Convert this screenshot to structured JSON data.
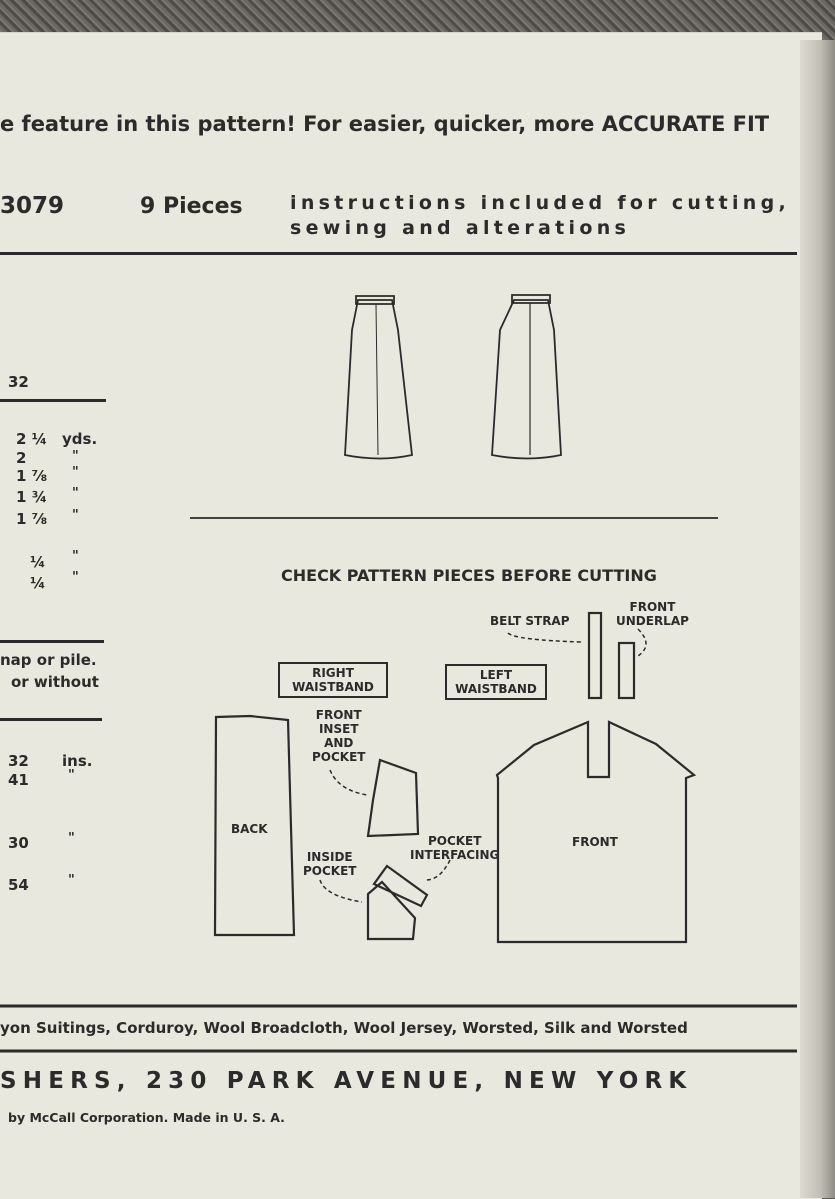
{
  "header": {
    "feature_line": "e feature in this pattern! For easier, quicker, more ACCURATE FIT",
    "pattern_number": "3079",
    "pieces": "9 Pieces",
    "instructions_line1": "instructions included for cutting,",
    "instructions_line2": "sewing and alterations"
  },
  "yardage": {
    "size": "32",
    "rows": [
      {
        "amount": "2 ¼",
        "unit": "yds."
      },
      {
        "amount": "2",
        "unit": "\""
      },
      {
        "amount": "1 ⅞",
        "unit": "\""
      },
      {
        "amount": "1 ¾",
        "unit": "\""
      },
      {
        "amount": "1 ⅞",
        "unit": "\""
      }
    ],
    "extra_rows": [
      {
        "amount": "¼",
        "unit": "\""
      },
      {
        "amount": "¼",
        "unit": "\""
      }
    ],
    "nap_line1": "nap or pile.",
    "nap_line2": "or without"
  },
  "measurements": {
    "rows": [
      {
        "value": "32",
        "unit": "ins."
      },
      {
        "value": "41",
        "unit": "\""
      },
      {
        "value": "30",
        "unit": "\""
      },
      {
        "value": "54",
        "unit": "\""
      }
    ]
  },
  "pieces_section": {
    "title": "CHECK PATTERN PIECES BEFORE CUTTING",
    "belt_strap": "BELT STRAP",
    "front_underlap": [
      "FRONT",
      "UNDERLAP"
    ],
    "right_waistband": [
      "RIGHT",
      "WAISTBAND"
    ],
    "left_waistband": [
      "LEFT",
      "WAISTBAND"
    ],
    "front_inset": [
      "FRONT",
      "INSET",
      "AND",
      "POCKET"
    ],
    "back": "BACK",
    "front": "FRONT",
    "inside_pocket": [
      "INSIDE",
      "POCKET"
    ],
    "pocket_interfacing": [
      "POCKET",
      "INTERFACING"
    ]
  },
  "fabrics": "yon Suitings, Corduroy, Wool Broadcloth, Wool Jersey, Worsted, Silk and Worsted",
  "footer": {
    "address": "SHERS, 230 PARK AVENUE, NEW YORK",
    "copyright": "by McCall Corporation. Made in U. S. A."
  }
}
